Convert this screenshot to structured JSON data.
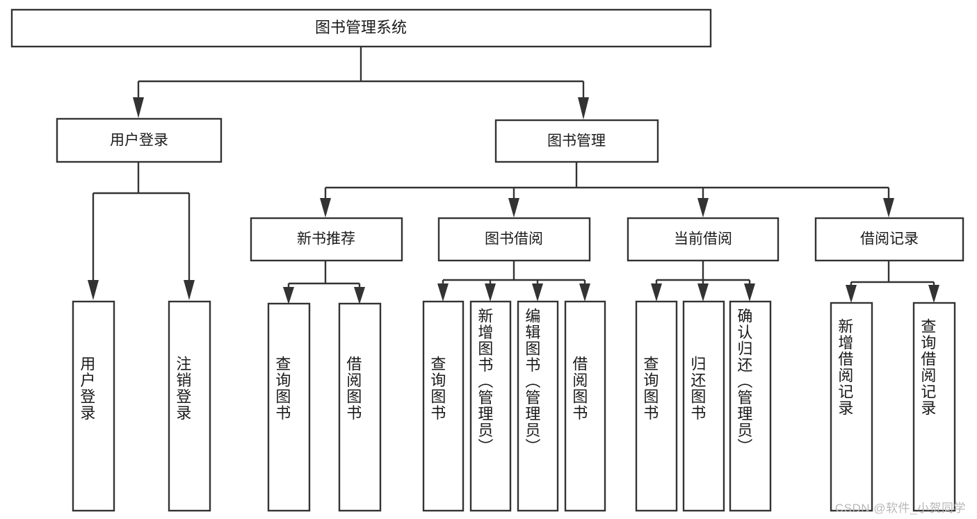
{
  "diagram": {
    "type": "tree-hierarchy",
    "title": "图书管理系统",
    "orientation": "top-down",
    "colors": {
      "box_stroke": "#333333",
      "box_fill": "#ffffff",
      "text": "#1a1a1a",
      "background": "#ffffff",
      "watermark": "#b8b8b8"
    },
    "root": {
      "label": "图书管理系统"
    },
    "level2": [
      {
        "label": "用户登录"
      },
      {
        "label": "图书管理"
      }
    ],
    "level3": [
      {
        "label": "新书推荐"
      },
      {
        "label": "图书借阅"
      },
      {
        "label": "当前借阅"
      },
      {
        "label": "借阅记录"
      }
    ],
    "leaves": {
      "user_login": [
        "用户登录",
        "注销登录"
      ],
      "new_book_recommend": [
        "查询图书",
        "借阅图书"
      ],
      "book_borrow": [
        "查询图书",
        "新增图书（管理员）",
        "编辑图书（管理员）",
        "借阅图书"
      ],
      "current_borrow": [
        "查询图书",
        "归还图书",
        "确认归还（管理员）"
      ],
      "borrow_record": [
        "新增借阅记录",
        "查询借阅记录"
      ]
    }
  },
  "watermark": {
    "text": "CSDN @软件_小贺同学"
  }
}
